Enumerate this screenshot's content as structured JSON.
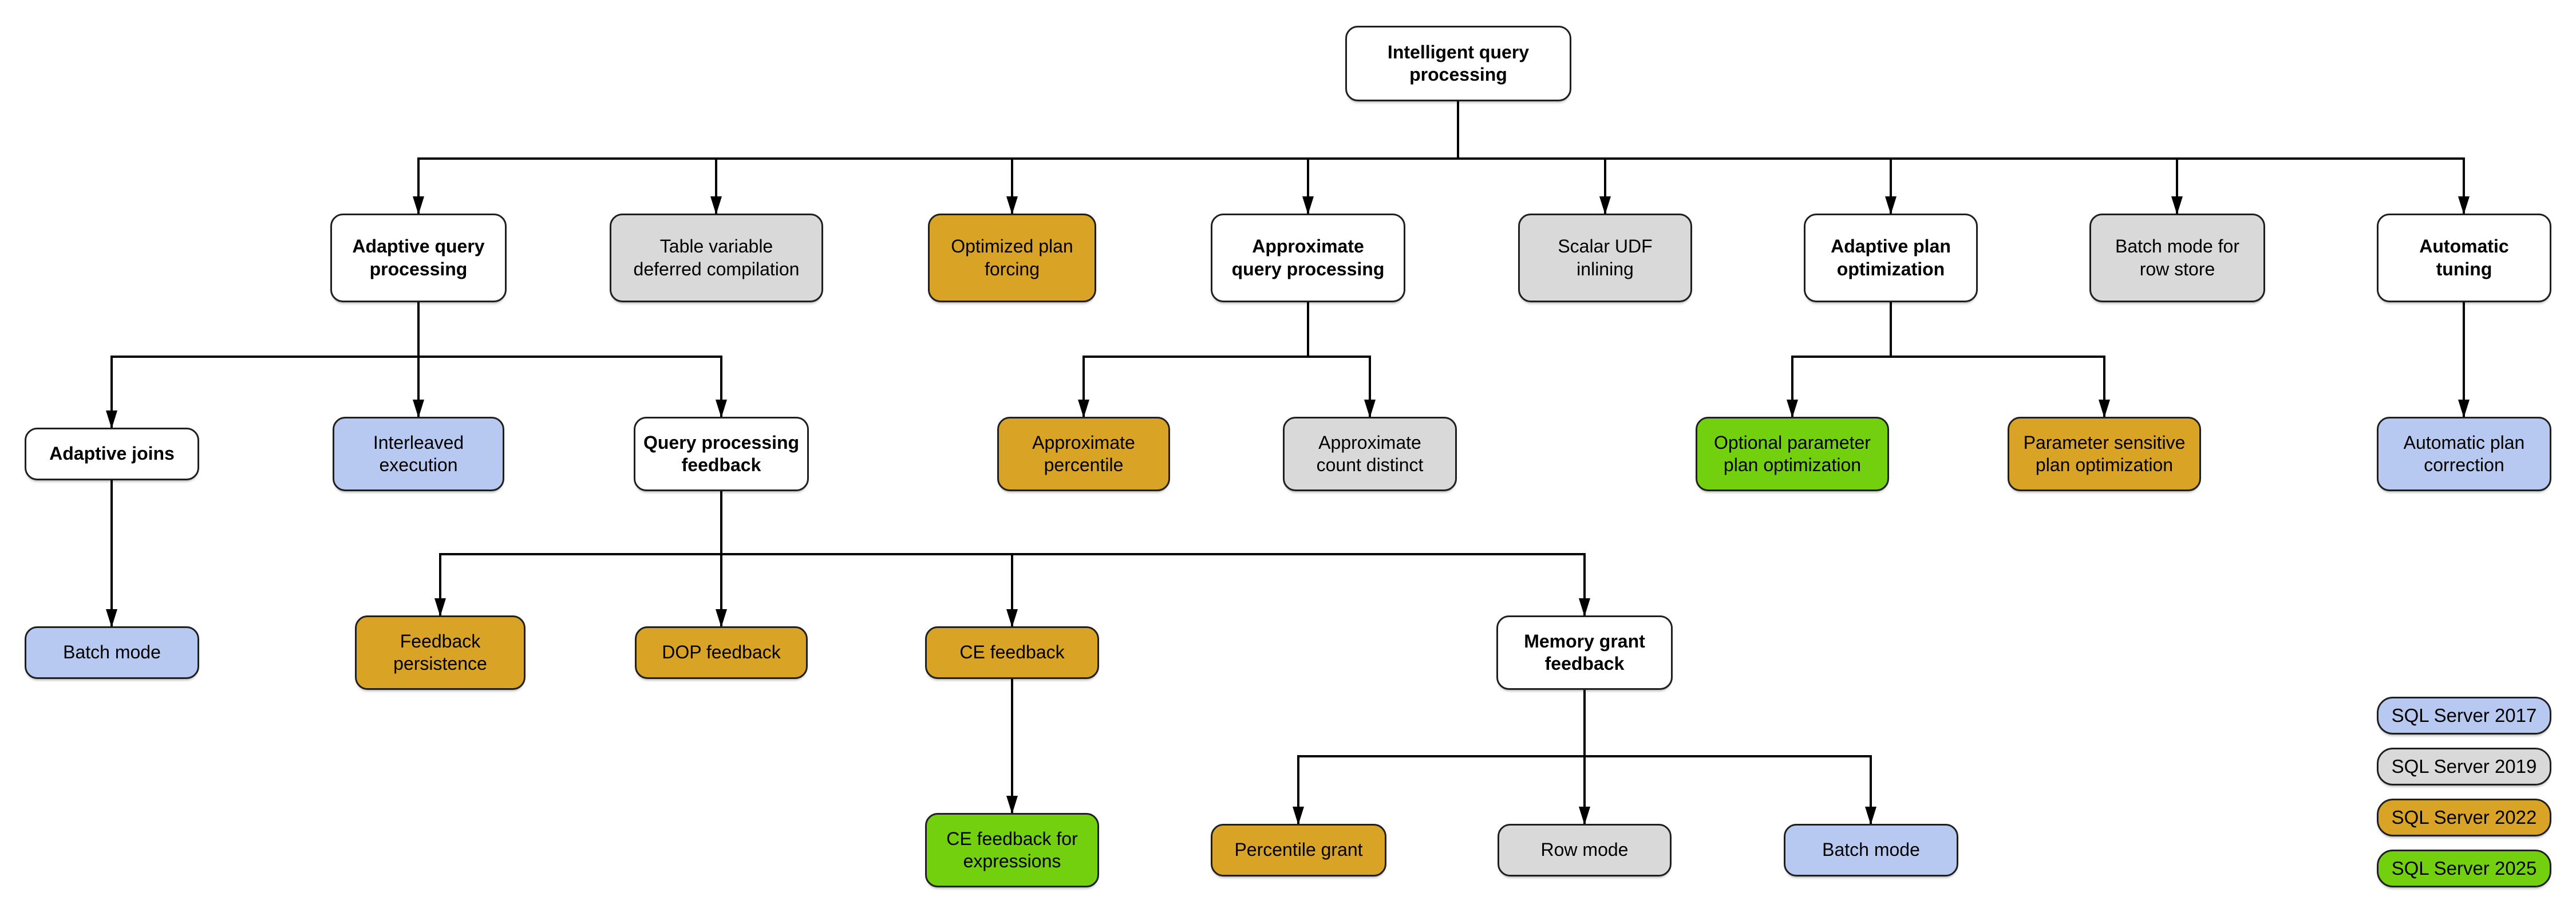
{
  "colors": {
    "sql2017": "#b7c9f0",
    "sql2019": "#d9d9d9",
    "sql2022": "#d9a326",
    "sql2025": "#72d00e",
    "base_box": "#ffffff",
    "border": "#1f1f1f",
    "connector": "#000000"
  },
  "nodes": {
    "root": {
      "label": "Intelligent query\nprocessing"
    },
    "adaptive_query_processing": {
      "label": "Adaptive query\nprocessing"
    },
    "table_variable_deferred_compilation": {
      "label": "Table variable\ndeferred compilation",
      "version": "SQL Server 2019"
    },
    "optimized_plan_forcing": {
      "label": "Optimized plan\nforcing",
      "version": "SQL Server 2022"
    },
    "approximate_query_processing": {
      "label": "Approximate\nquery processing"
    },
    "scalar_udf_inlining": {
      "label": "Scalar UDF\ninlining",
      "version": "SQL Server 2019"
    },
    "adaptive_plan_optimization": {
      "label": "Adaptive plan\noptimization"
    },
    "batch_mode_for_row_store": {
      "label": "Batch mode for\nrow store",
      "version": "SQL Server 2019"
    },
    "automatic_tuning": {
      "label": "Automatic\ntuning"
    },
    "adaptive_joins": {
      "label": "Adaptive joins"
    },
    "interleaved_execution": {
      "label": "Interleaved\nexecution",
      "version": "SQL Server 2017"
    },
    "query_processing_feedback": {
      "label": "Query processing\nfeedback"
    },
    "approximate_percentile": {
      "label": "Approximate\npercentile",
      "version": "SQL Server 2022"
    },
    "approximate_count_distinct": {
      "label": "Approximate\ncount distinct",
      "version": "SQL Server 2019"
    },
    "optional_parameter_plan_optimization": {
      "label": "Optional parameter\nplan optimization",
      "version": "SQL Server 2025"
    },
    "parameter_sensitive_plan_optimization": {
      "label": "Parameter sensitive\nplan optimization",
      "version": "SQL Server 2022"
    },
    "automatic_plan_correction": {
      "label": "Automatic plan\ncorrection",
      "version": "SQL Server 2017"
    },
    "batch_mode_aj": {
      "label": "Batch mode",
      "version": "SQL Server 2017"
    },
    "feedback_persistence": {
      "label": "Feedback\npersistence",
      "version": "SQL Server 2022"
    },
    "dop_feedback": {
      "label": "DOP feedback",
      "version": "SQL Server 2022"
    },
    "ce_feedback": {
      "label": "CE feedback",
      "version": "SQL Server 2022"
    },
    "memory_grant_feedback": {
      "label": "Memory grant\nfeedback"
    },
    "ce_feedback_for_expressions": {
      "label": "CE feedback for\nexpressions",
      "version": "SQL Server 2025"
    },
    "percentile_grant": {
      "label": "Percentile grant",
      "version": "SQL Server 2022"
    },
    "row_mode": {
      "label": "Row mode",
      "version": "SQL Server 2019"
    },
    "batch_mode_mgf": {
      "label": "Batch mode",
      "version": "SQL Server 2017"
    }
  },
  "legend": {
    "sql2017": {
      "label": "SQL Server 2017"
    },
    "sql2019": {
      "label": "SQL Server 2019"
    },
    "sql2022": {
      "label": "SQL Server 2022"
    },
    "sql2025": {
      "label": "SQL Server 2025"
    }
  }
}
